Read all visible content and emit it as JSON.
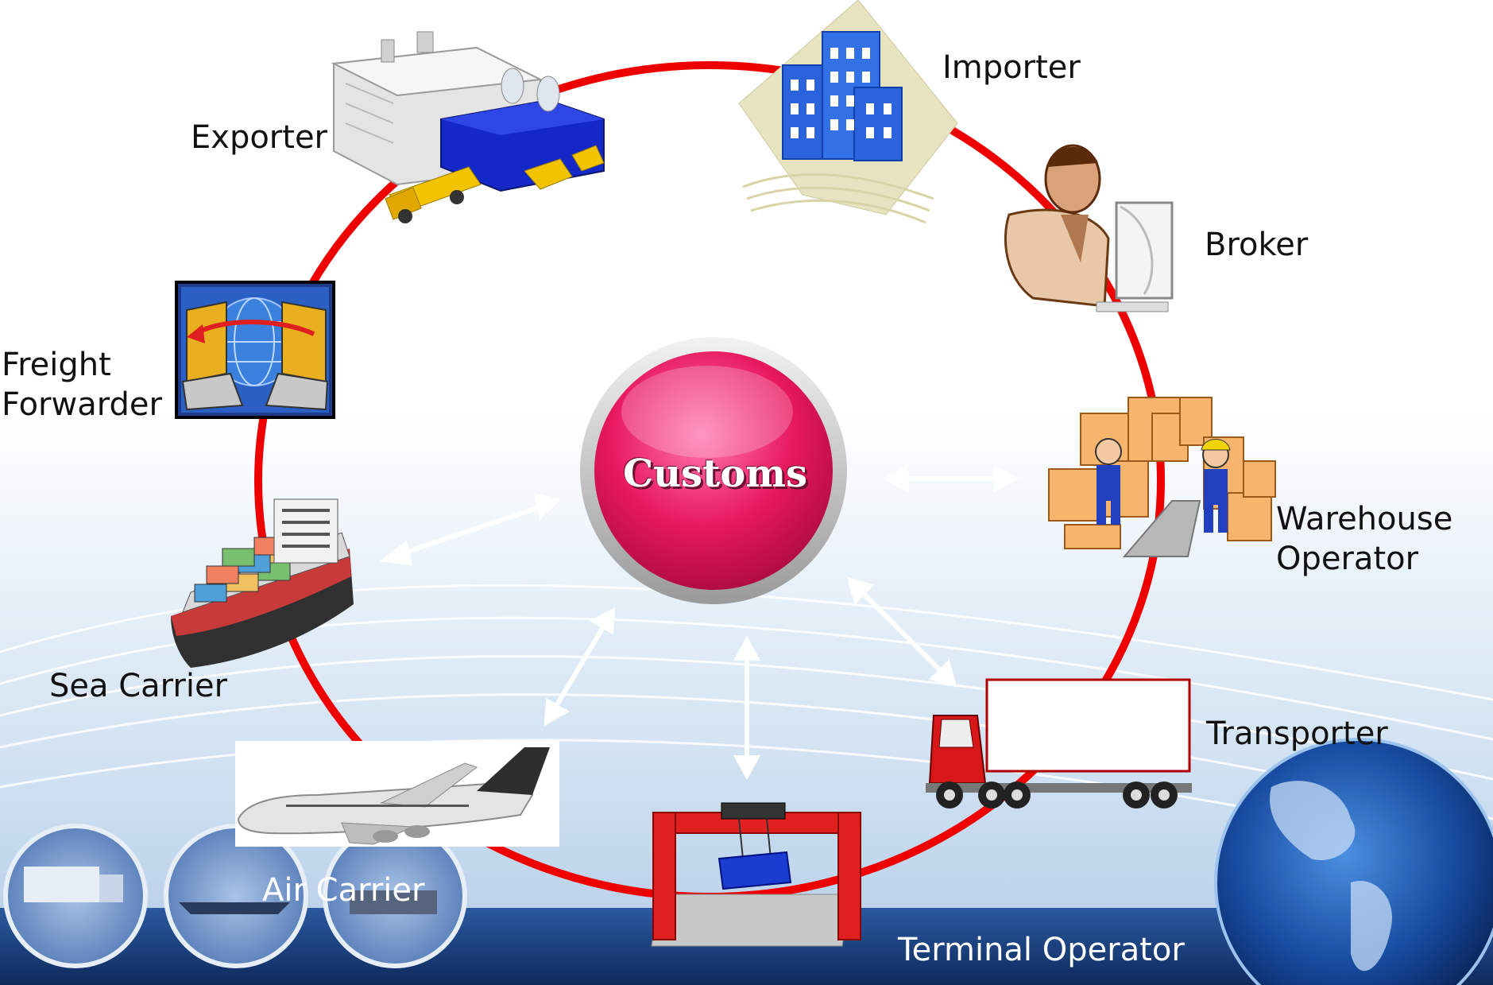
{
  "center": {
    "label": "Customs",
    "color": "#e8185f"
  },
  "ring_color": "#ee0000",
  "arrow_color": "#ffffff",
  "bottom_band_color": "#163a78",
  "participants": [
    {
      "id": "exporter",
      "label": "Exporter",
      "icon": "factory-icon"
    },
    {
      "id": "importer",
      "label": "Importer",
      "icon": "office-buildings-icon"
    },
    {
      "id": "broker",
      "label": "Broker",
      "icon": "businessman-at-computer-icon"
    },
    {
      "id": "freight_forwarder",
      "label_lines": [
        "Freight",
        "Forwarder"
      ],
      "icon": "network-globe-icon"
    },
    {
      "id": "warehouse_operator",
      "label_lines": [
        "Warehouse",
        "Operator"
      ],
      "icon": "warehouse-boxes-icon"
    },
    {
      "id": "sea_carrier",
      "label": "Sea Carrier",
      "icon": "cargo-ship-icon"
    },
    {
      "id": "transporter",
      "label": "Transporter",
      "icon": "truck-icon"
    },
    {
      "id": "air_carrier",
      "label": "Air Carrier",
      "icon": "airplane-icon"
    },
    {
      "id": "terminal_operator",
      "label": "Terminal Operator",
      "icon": "gantry-crane-icon"
    }
  ]
}
